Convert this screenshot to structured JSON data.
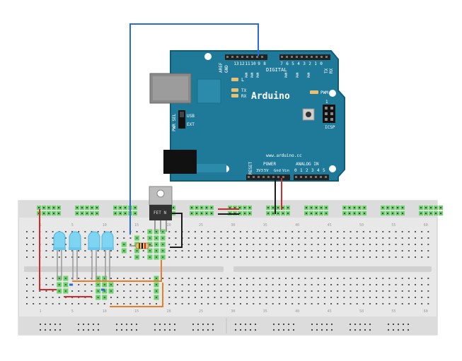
{
  "arduino": {
    "brand": "Arduino",
    "url": "www.arduino.cc",
    "digital_label": "DIGITAL",
    "aref_label": "AREF",
    "gnd_label": "GND",
    "top_pin_numbers": [
      "13",
      "12",
      "11",
      "10",
      "9",
      "8",
      "7",
      "6",
      "5",
      "4",
      "3",
      "2",
      "1",
      "0"
    ],
    "tx_header": "TX",
    "rx_header": "RX",
    "pwm_tag": "PWM",
    "pwm_indicator": "PWM",
    "led_l": "L",
    "led_tx": "TX",
    "led_rx": "RX",
    "pwr_sel": "PWR SEL",
    "usb": "USB",
    "ext": "EXT",
    "icsp": "ICSP",
    "icsp_pin": "1",
    "reset": "RESET",
    "power_header": "POWER",
    "power_pins": [
      "3V3",
      "5V",
      "Gnd",
      "Vin"
    ],
    "analog_header": "ANALOG IN",
    "analog_pins": [
      "0",
      "1",
      "2",
      "3",
      "4",
      "5"
    ]
  },
  "transistor": {
    "label": "FET N"
  },
  "breadboard": {
    "column_numbers": [
      "1",
      "5",
      "10",
      "15",
      "20",
      "25",
      "30",
      "35",
      "40",
      "45",
      "50",
      "55",
      "60"
    ]
  },
  "colors": {
    "arduino_board": "#1f7a9a",
    "arduino_edge": "#0f5c78",
    "breadboard": "#e8e8e8",
    "hole_green": "#6cd36c",
    "wire_blue": "#2a6ad6",
    "wire_red": "#d42a2a",
    "wire_black": "#1a1a1a",
    "wire_orange": "#e87e2a",
    "led_blue": "#7fd4f2"
  }
}
